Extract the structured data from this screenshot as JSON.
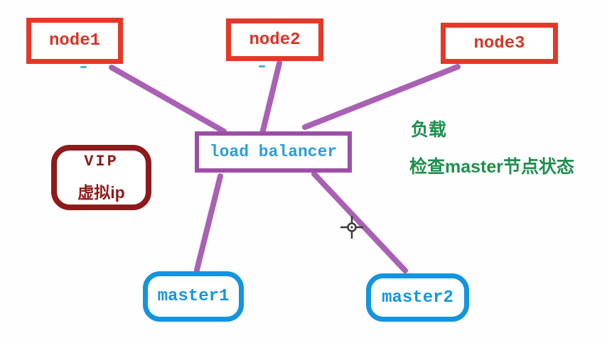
{
  "diagram": {
    "nodes": [
      {
        "id": "node1",
        "label": "node1"
      },
      {
        "id": "node2",
        "label": "node2"
      },
      {
        "id": "node3",
        "label": "node3"
      }
    ],
    "load_balancer": {
      "label": "load balancer"
    },
    "vip": {
      "line1": "VIP",
      "line2": "虚拟ip"
    },
    "masters": [
      {
        "id": "master1",
        "label": "master1"
      },
      {
        "id": "master2",
        "label": "master2"
      }
    ],
    "annotations": [
      {
        "text": "负载"
      },
      {
        "text": "检查master节点状态"
      }
    ],
    "colors": {
      "node_border": "#e53828",
      "node_text": "#d83425",
      "lb_border": "#9c4fa5",
      "lb_text": "#2b9fd9",
      "vip": "#8e1b1b",
      "master_border": "#1295de",
      "connector_line": "#a961b4",
      "annotation_text": "#1e8f4e"
    },
    "icons": {
      "cursor": "crosshair-cursor-icon"
    }
  }
}
